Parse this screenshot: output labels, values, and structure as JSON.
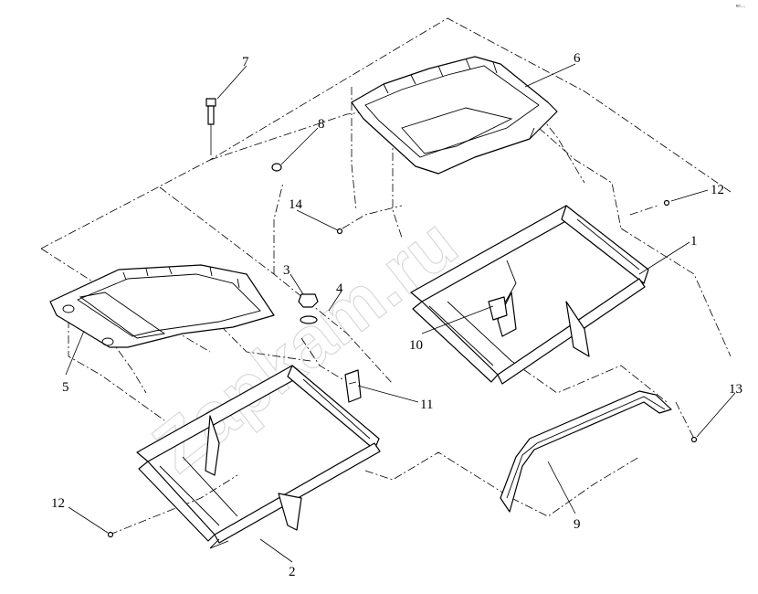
{
  "diagram": {
    "watermark": "Zapkam.ru",
    "corner_mark": "ᵉᵒ···",
    "callouts": [
      {
        "id": "c1",
        "label": "1"
      },
      {
        "id": "c2",
        "label": "2"
      },
      {
        "id": "c3",
        "label": "3"
      },
      {
        "id": "c4",
        "label": "4"
      },
      {
        "id": "c5",
        "label": "5"
      },
      {
        "id": "c6",
        "label": "6"
      },
      {
        "id": "c7",
        "label": "7"
      },
      {
        "id": "c8",
        "label": "8"
      },
      {
        "id": "c9",
        "label": "9"
      },
      {
        "id": "c10",
        "label": "10"
      },
      {
        "id": "c11",
        "label": "11"
      },
      {
        "id": "c12a",
        "label": "12"
      },
      {
        "id": "c12b",
        "label": "12"
      },
      {
        "id": "c13",
        "label": "13"
      },
      {
        "id": "c14",
        "label": "14"
      }
    ]
  }
}
